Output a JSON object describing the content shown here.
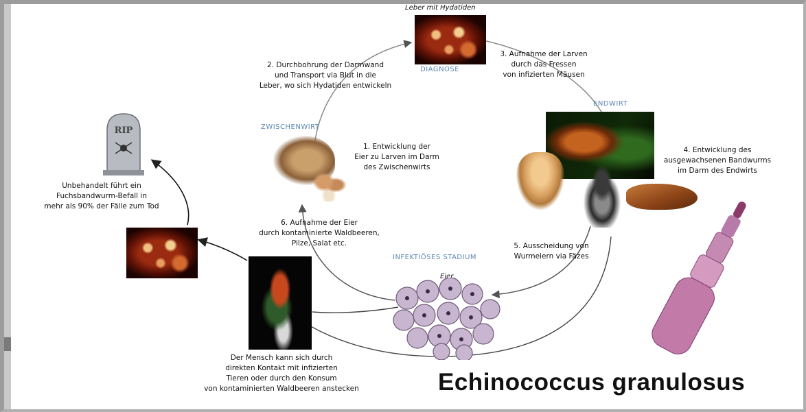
{
  "title": "Echinococcus granulosus",
  "top_caption": "Leber mit Hydatiden",
  "eggs_caption": "Eier",
  "stage_labels": {
    "diagnose": "DIAGNOSE",
    "zwischenwirt": "ZWISCHENWIRT",
    "endwirt": "ENDWIRT",
    "infektioses_stadium": "INFEKTIÖSES STADIUM"
  },
  "steps": {
    "s1": [
      "1. Entwicklung der",
      "Eier zu Larven im Darm",
      "des Zwischenwirts"
    ],
    "s2": [
      "2. Durchbohrung der Darmwand",
      "und Transport via Blut in die",
      "Leber, wo sich Hydatiden entwickeln"
    ],
    "s3": [
      "3. Aufnahme der Larven",
      "durch das Fressen",
      "von infizierten Mäusen"
    ],
    "s4": [
      "4. Entwicklung des",
      "ausgewachsenen Bandwurms",
      "im Darm des Endwirts"
    ],
    "s5": [
      "5. Ausscheidung von",
      "Wurmeiern via Fäzes"
    ],
    "s6": [
      "6. Aufnahme der Eier",
      "durch kontaminierte Waldbeeren,",
      "Pilze, Salat etc."
    ]
  },
  "death_note": [
    "Unbehandelt führt ein",
    "Fuchsbandwurm-Befall in",
    "mehr als 90% der Fälle zum Tod"
  ],
  "human_note": [
    "Der Mensch kann sich durch",
    "direkten Kontakt mit infizierten",
    "Tieren oder durch den Konsum",
    "von kontaminierten Waldbeeren anstecken"
  ],
  "gravestone_text": "RIP",
  "colors": {
    "label_blue": "#5f86b3",
    "arrow": "#222222",
    "cycle": "#8a8a8a"
  },
  "icons": [
    "liver-hydatid-image",
    "mouse-image",
    "mushrooms-image",
    "fox-image",
    "cat-image",
    "dog-image",
    "worm-image",
    "tapeworm-image",
    "eggs-image",
    "human-berries-image",
    "gravestone-image"
  ]
}
